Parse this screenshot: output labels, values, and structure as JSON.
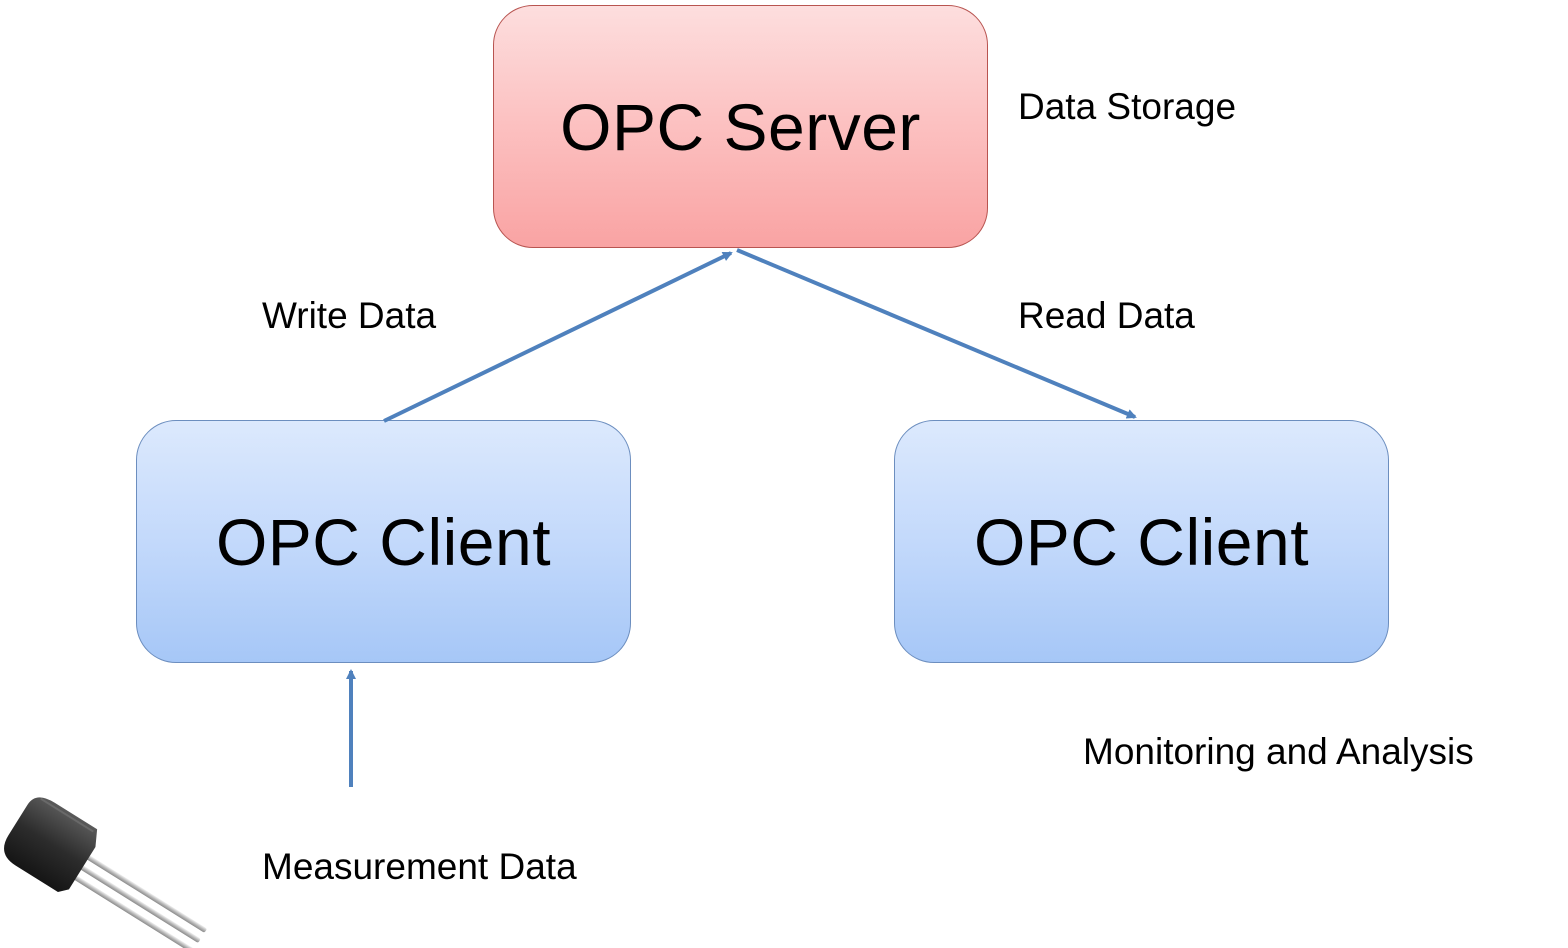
{
  "nodes": {
    "server": "OPC Server",
    "client_left": "OPC Client",
    "client_right": "OPC Client"
  },
  "labels": {
    "data_storage": "Data Storage",
    "write_data": "Write Data",
    "read_data": "Read Data",
    "monitoring": "Monitoring and Analysis",
    "measurement": "Measurement Data"
  },
  "colors": {
    "arrow": "#4f81bd",
    "server_fill": "#f9a3a3",
    "server_border": "#b85450",
    "client_fill": "#a6c7f7",
    "client_border": "#6c8ebf"
  },
  "icons": {
    "sensor": "temperature-sensor-transistor-icon"
  }
}
